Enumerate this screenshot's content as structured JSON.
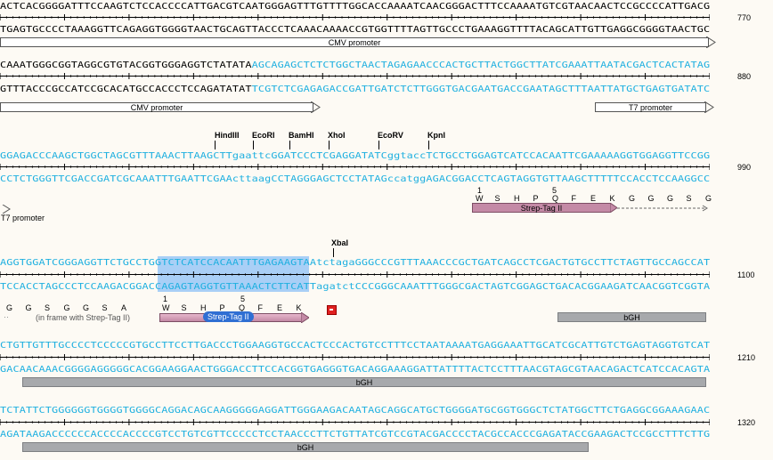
{
  "blocks": [
    {
      "top": "ACTCACGGGGATTTCCAAGTCTCCACCCCATTGACGTCAATGGGAGTTTGTTTTGGCACCAAAATCAACGGGACTTTCCAAAATGTCGTAACAACTCCGCCCCATTGACG",
      "bottom": "TGAGTGCCCCTAAAGGTTCAGAGGTGGGGTAACTGCAGTTACCCTCAAACAAAACCGTGGTTTTAGTTGCCCTGAAAGGTTTTACAGCATTGTTGAGGCGGGGTAACTGC",
      "number": "770"
    },
    {
      "top_black": "CAAATGGGCGGTAGGCGTGTACGGTGGGAGGTCTATATA",
      "top_cyan": "AGCAGAGCTCTCTGGCTAACTAGAGAACCCACTGCTTACTGGCTTATCGAAATTAATACGACTCACTATAG",
      "bottom_black": "GTTTACCCGCCATCCGCACATGCCACCCTCCAGATATAT",
      "bottom_cyan": "TCGTCTCGAGAGACCGATTGATCTCTTGGGTGACGAATGACCGAATAGCTTTAATTATGCTGAGTGATATC",
      "number": "880"
    },
    {
      "top": "GGAGACCCAAGCTGGCTAGCGTTTAAACTTAAGCTTgaattcGGATCCCTCGAGGATATCggtaccTCTGCCTGGAGTCATCCACAATTCGAAAAAGGTGGAGGTTCCGG",
      "bottom": "CCTCTGGGTTCGACCGATCGCAAATTTGAATTCGAActtaagCCTAGGGAGCTCCTATAGccatggAGACGGACCTCAGTAGGTGTTAAGCTTTTTCCACCTCCAAGGCC",
      "number": "990"
    },
    {
      "top": "AGGTGGATCGGGAGGTTCTGCCTGGTCTCATCCACAATTTGAGAAGTAAtctagaGGGCCCGTTTAAACCCGCTGATCAGCCTCGACTGTGCCTTCTAGTTGCCAGCCAT",
      "bottom": "TCCACCTAGCCCTCCAAGACGGACCAGAGTAGGTGTTAAACTCTTCATTagatctCCCGGGCAAATTTGGGCGACTAGTCGGAGCTGACACGGAAGATCAACGGTCGGTA",
      "number": "1100"
    },
    {
      "top": "CTGTTGTTTGCCCCTCCCCCGTGCCTTCCTTGACCCTGGAAGGTGCCACTCCCACTGTCCTTTCCTAATAAAATGAGGAAATTGCATCGCATTGTCTGAGTAGGTGTCAT",
      "bottom": "GACAACAAACGGGGAGGGGGCACGGAAGGAACTGGGACCTTCCACGGTGAGGGTGACAGGAAAGGATTATTTTACTCCTTTAACGTAGCGTAACAGACTCATCCACAGTA",
      "number": "1210"
    },
    {
      "top": "TCTATTCTGGGGGGTGGGGTGGGGCAGGACAGCAAGGGGGAGGATTGGGAAGACAATAGCAGGCATGCTGGGGATGCGGTGGGCTCTATGGCTTCTGAGGCGGAAAGAAC",
      "bottom": "AGATAAGACCCCCCACCCCACCCCGTCCTGTCGTTCCCCCTCCTAACCCTTCTGTTATCGTCCGTACGACCCCTACGCCACCCGAGATACCGAAGACTCCGCCTTTCTTG",
      "number": "1320"
    }
  ],
  "features": {
    "cmv1": "CMV promoter",
    "cmv2": "CMV promoter",
    "t7a": "T7 promoter",
    "t7b": "T7 promoter",
    "strep1": "Strep-Tag II",
    "strep2": "Strep-Tag II",
    "bgh1": "bGH",
    "bgh2": "bGH",
    "bgh3": "bGH",
    "inframe": "(in frame with Strep-Tag II)"
  },
  "sites": {
    "hindiii": "HindIII",
    "ecori": "EcoRI",
    "bamhi": "BamHI",
    "xhoi": "XhoI",
    "ecorv": "EcoRV",
    "kpni": "KpnI",
    "xbai": "XbaI"
  },
  "translation1": {
    "idx1": "1",
    "idx5": "5",
    "aa": [
      "W",
      "S",
      "H",
      "P",
      "Q",
      "F",
      "E",
      "K",
      "G",
      "G",
      "G",
      "S",
      "G"
    ]
  },
  "translation2": {
    "idx1": "1",
    "idx5": "5",
    "pre": [
      "G",
      "G",
      "S",
      "G",
      "G",
      "S",
      "A"
    ],
    "aa": [
      "W",
      "S",
      "H",
      "P",
      "Q",
      "F",
      "E",
      "K"
    ]
  },
  "colors": {
    "cyan_seq": "#1fb0e0",
    "strep": "#c48aa6",
    "bgh": "#a7a9ac",
    "highlight": "#a9cff6"
  }
}
